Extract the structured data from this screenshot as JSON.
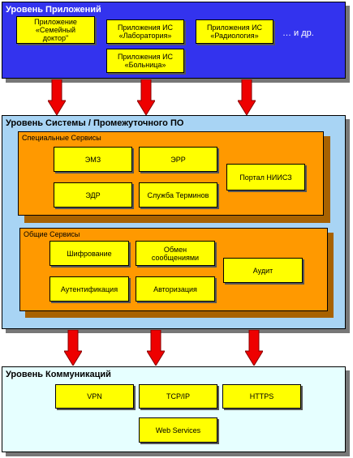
{
  "app_layer": {
    "title": "Уровень Приложений",
    "boxes": [
      {
        "l1": "Приложение",
        "l2": "«Семейный",
        "l3": "доктор\""
      },
      {
        "l1": "Приложения ИС",
        "l2": "«Лаборатория»"
      },
      {
        "l1": "Приложения ИС",
        "l2": "«Радиология»"
      },
      {
        "l1": "Приложения ИС",
        "l2": "«Больница»"
      }
    ],
    "etc": "…  и др."
  },
  "system_layer": {
    "title": "Уровень Системы / Промежуточного ПО",
    "special": {
      "title": "Специальные Сервисы",
      "boxes": [
        "ЭМЗ",
        "ЭРР",
        "ЭДР",
        "Служба Терминов",
        "Портал НИИСЗ"
      ]
    },
    "common": {
      "title": "Общие Сервисы",
      "boxes": [
        "Шифрование",
        "Обмен",
        "сообщениями",
        "Аутентификация",
        "Авторизация",
        "Аудит"
      ]
    }
  },
  "comm_layer": {
    "title": "Уровень Коммуникаций",
    "boxes": [
      "VPN",
      "TCP/IP",
      "HTTPS",
      "Web Services"
    ]
  },
  "colors": {
    "app_bg": "#3333ee",
    "system_bg": "#a8d4f4",
    "comm_bg": "#e6ffff",
    "group_bg": "#ff9900",
    "box_bg": "#ffff00",
    "arrow": "#ee0000"
  }
}
